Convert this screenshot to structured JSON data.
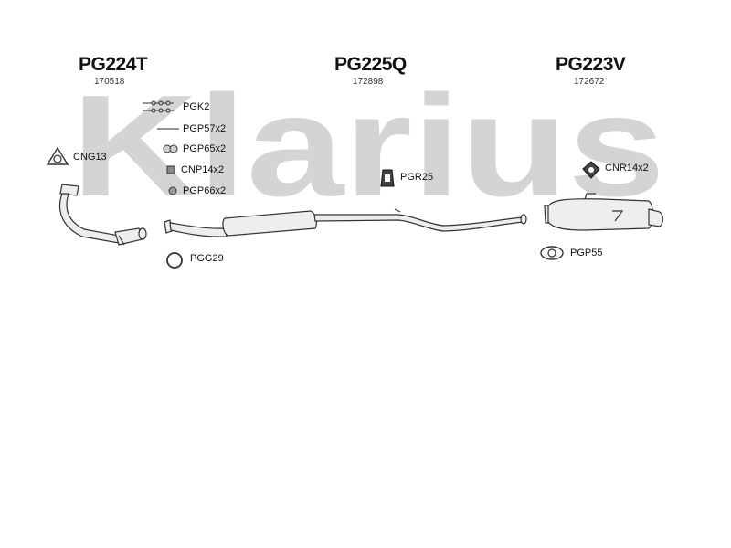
{
  "watermark": {
    "text": "Klarius",
    "color": "#d4d4d4"
  },
  "colors": {
    "part_fill": "#e8e8e8",
    "part_stroke": "#333333",
    "text": "#111111"
  },
  "sections": [
    {
      "code": "PG224T",
      "number": "170518"
    },
    {
      "code": "PG225Q",
      "number": "172898"
    },
    {
      "code": "PG223V",
      "number": "172672"
    }
  ],
  "parts": {
    "pgk2": "PGK2",
    "pgp57": "PGP57x2",
    "pgp65": "PGP65x2",
    "cnp14": "CNP14x2",
    "pgp66": "PGP66x2",
    "cng13": "CNG13",
    "pgg29": "PGG29",
    "pgr25": "PGR25",
    "cnr14": "CNR14x2",
    "pgp55": "PGP55"
  },
  "icons": {
    "pgk2": "bolt-kit-icon",
    "pgp57": "pin-icon",
    "pgp65": "clamp-icon",
    "cnp14": "nut-icon",
    "pgp66": "washer-icon",
    "cng13": "gasket-icon",
    "pgg29": "ring-gasket-icon",
    "pgr25": "rubber-mount-icon",
    "cnr14": "rubber-hanger-icon",
    "pgp55": "flange-gasket-icon"
  }
}
